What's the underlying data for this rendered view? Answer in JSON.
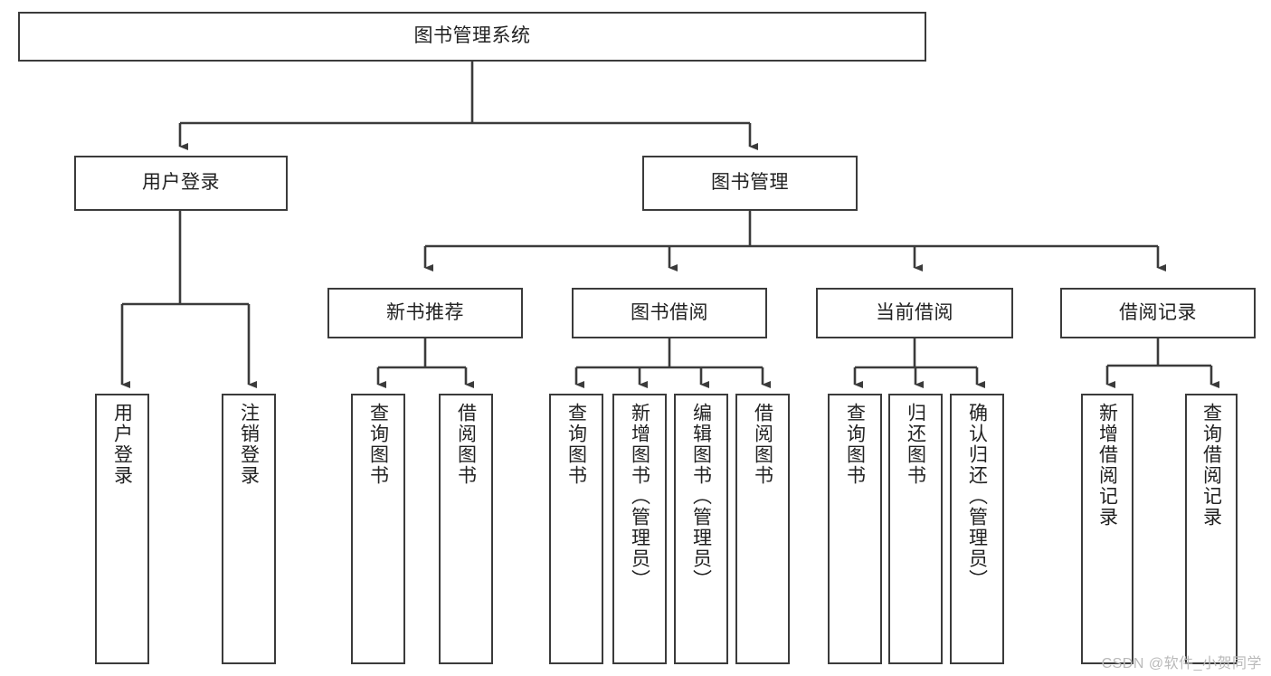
{
  "diagram": {
    "title": "图书管理系统",
    "type": "hierarchy-tree",
    "watermark": "CSDN @软件_小贺同学",
    "colors": {
      "box_border": "#3b3b3b",
      "box_fill": "#ffffff",
      "connector": "#3b3b3b",
      "text": "#222222",
      "watermark": "#b9b9b9",
      "background": "#ffffff"
    },
    "nodes": {
      "root": {
        "label": "图书管理系统"
      },
      "level1": [
        {
          "id": "user-login",
          "label": "用户登录"
        },
        {
          "id": "book-management",
          "label": "图书管理"
        }
      ],
      "level2": [
        {
          "id": "new-book-recommend",
          "label": "新书推荐"
        },
        {
          "id": "book-borrow",
          "label": "图书借阅"
        },
        {
          "id": "current-borrow",
          "label": "当前借阅"
        },
        {
          "id": "borrow-record",
          "label": "借阅记录"
        }
      ],
      "leaves": {
        "user-login": [
          {
            "id": "leaf-user-login",
            "label": "用户登录"
          },
          {
            "id": "leaf-logout-login",
            "label": "注销登录"
          }
        ],
        "new-book-recommend": [
          {
            "id": "leaf-query-book-1",
            "label": "查询图书"
          },
          {
            "id": "leaf-borrow-book-1",
            "label": "借阅图书"
          }
        ],
        "book-borrow": [
          {
            "id": "leaf-query-book-2",
            "label": "查询图书"
          },
          {
            "id": "leaf-add-book",
            "label": "新增图书（管理员）"
          },
          {
            "id": "leaf-edit-book",
            "label": "编辑图书（管理员）"
          },
          {
            "id": "leaf-borrow-book-2",
            "label": "借阅图书"
          }
        ],
        "current-borrow": [
          {
            "id": "leaf-query-book-3",
            "label": "查询图书"
          },
          {
            "id": "leaf-return-book",
            "label": "归还图书"
          },
          {
            "id": "leaf-confirm-return",
            "label": "确认归还（管理员）"
          }
        ],
        "borrow-record": [
          {
            "id": "leaf-add-record",
            "label": "新增借阅记录"
          },
          {
            "id": "leaf-query-record",
            "label": "查询借阅记录"
          }
        ]
      }
    }
  }
}
